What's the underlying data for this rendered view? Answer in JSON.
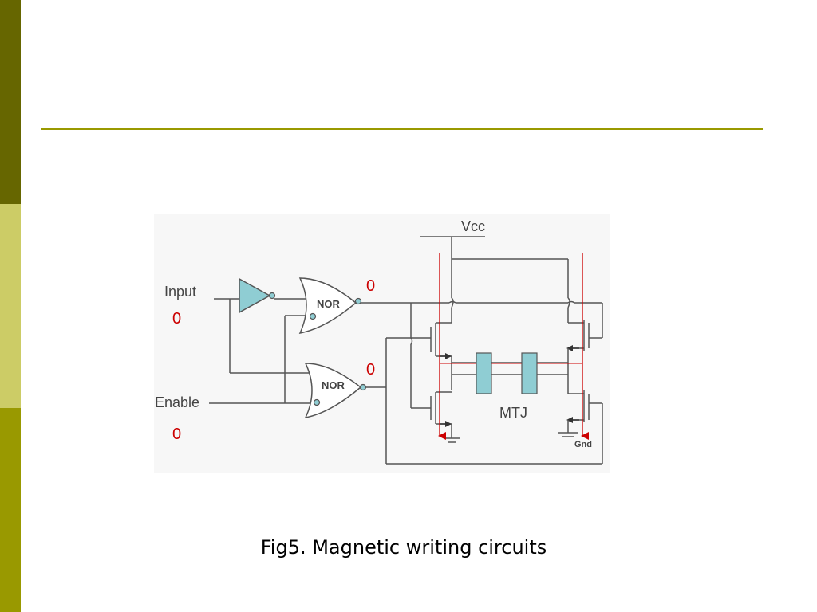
{
  "caption": "Fig5. Magnetic writing circuits",
  "diagram": {
    "input_label": "Input",
    "enable_label": "Enable",
    "vcc_label": "Vcc",
    "gnd_label": "Gnd",
    "mtj_label": "MTJ",
    "nor_top_label": "NOR",
    "nor_bottom_label": "NOR",
    "input_value": "0",
    "enable_value": "0",
    "nor_top_value": "0",
    "nor_bottom_value": "0"
  },
  "colors": {
    "sidebar_dark": "#666600",
    "sidebar_light": "#cccc66",
    "sidebar_mid": "#999900",
    "rule": "#999900",
    "buffer_fill": "#8fcdd3",
    "mtj_fill": "#8fcdd3",
    "current_arrow": "#cc0000"
  }
}
